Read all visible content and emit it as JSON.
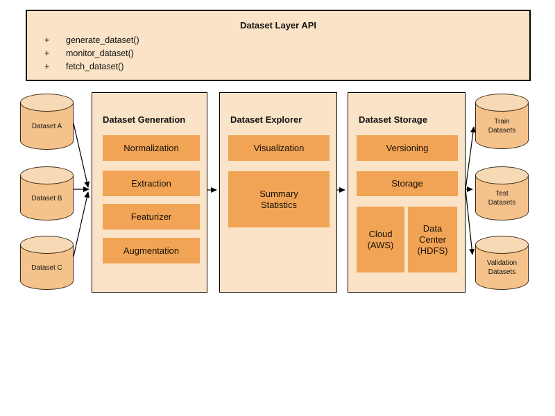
{
  "api_box": {
    "title": "Dataset Layer API",
    "methods": [
      {
        "bullet": "+",
        "label": "generate_dataset()"
      },
      {
        "bullet": "+",
        "label": "monitor_dataset()"
      },
      {
        "bullet": "+",
        "label": "fetch_dataset()"
      }
    ]
  },
  "sources": [
    {
      "label": "Dataset A"
    },
    {
      "label": "Dataset B"
    },
    {
      "label": "Dataset C"
    }
  ],
  "panels": [
    {
      "title": "Dataset Generation",
      "boxes": [
        "Normalization",
        "Extraction",
        "Featurizer",
        "Augmentation"
      ]
    },
    {
      "title": "Dataset Explorer",
      "boxes": [
        "Visualization",
        "Summary\nStatistics"
      ]
    },
    {
      "title": "Dataset Storage",
      "boxes": [
        "Versioning",
        "Storage",
        "Cloud\n(AWS)",
        "Data\nCenter\n(HDFS)"
      ]
    }
  ],
  "outputs": [
    {
      "label": "Train\nDatasets"
    },
    {
      "label": "Test\nDatasets"
    },
    {
      "label": "Validation\nDatasets"
    }
  ],
  "colors": {
    "panel_fill": "#FAE3C6",
    "box_fill": "#F1A455",
    "cylinder_fill": "#F5C28C",
    "cylinder_top_fill": "#F8D9B5",
    "cylinder_stroke": "#3A2B16",
    "border": "#000000",
    "arrow": "#000000"
  }
}
